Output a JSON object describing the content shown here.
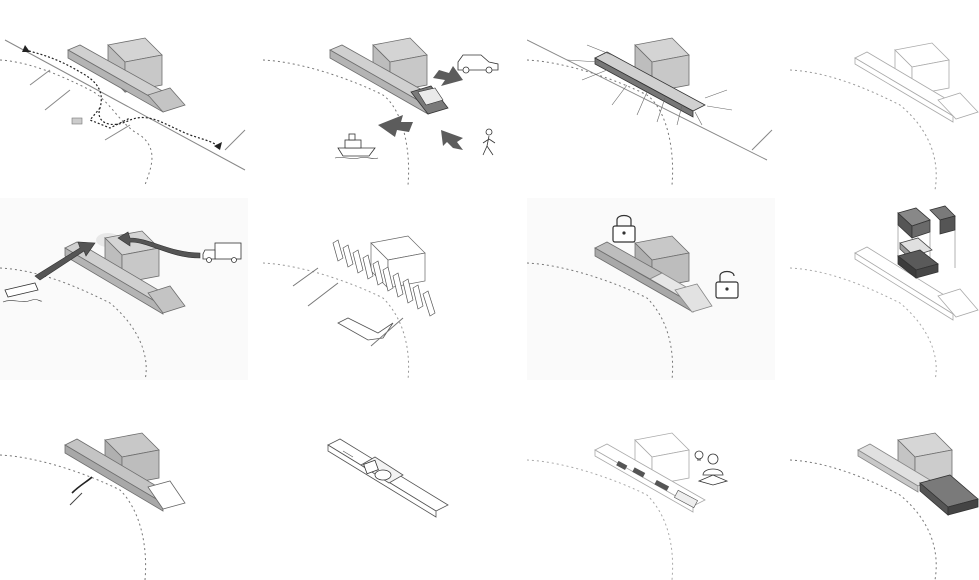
{
  "diagram": {
    "panels": [
      {
        "id": "circulation-paths",
        "row": 1,
        "col": 1
      },
      {
        "id": "access-modes",
        "row": 1,
        "col": 2
      },
      {
        "id": "structural-grid",
        "row": 1,
        "col": 3
      },
      {
        "id": "outline-base",
        "row": 1,
        "col": 4
      },
      {
        "id": "logistics-flow",
        "row": 2,
        "col": 1
      },
      {
        "id": "structure-frame",
        "row": 2,
        "col": 2
      },
      {
        "id": "secure-zones",
        "row": 2,
        "col": 3
      },
      {
        "id": "program-stack",
        "row": 2,
        "col": 4
      },
      {
        "id": "entry-point",
        "row": 3,
        "col": 1
      },
      {
        "id": "ground-floor-plan",
        "row": 3,
        "col": 2
      },
      {
        "id": "public-learning",
        "row": 3,
        "col": 3
      },
      {
        "id": "service-block",
        "row": 3,
        "col": 4
      }
    ],
    "colors": {
      "volume_fill": "#c8c8c8",
      "volume_stroke": "#6e6e6e",
      "arrow_fill": "#5c5c5c",
      "light_fill": "#efefef",
      "dark_fill": "#7a7a7a"
    }
  }
}
